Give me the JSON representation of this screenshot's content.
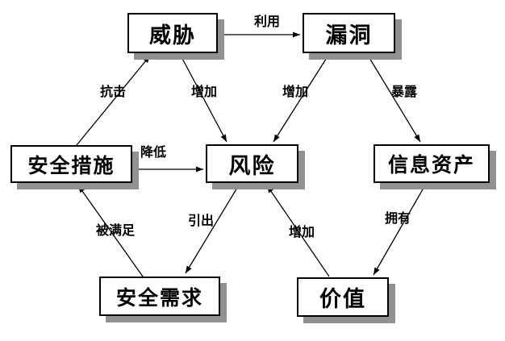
{
  "diagram": {
    "description": "information-security risk relationship diagram",
    "colors": {
      "background": "#ffffff",
      "box_fill": "#ffffff",
      "box_border": "#000000",
      "box_shadow": "#919191",
      "line": "#000000",
      "text": "#000000"
    },
    "nodes": [
      {
        "id": "threat",
        "label": "威胁"
      },
      {
        "id": "vulnerability",
        "label": "漏洞"
      },
      {
        "id": "safeguards",
        "label": "安全措施"
      },
      {
        "id": "risk",
        "label": "风险"
      },
      {
        "id": "info-assets",
        "label": "信息资产"
      },
      {
        "id": "security-requirements",
        "label": "安全需求"
      },
      {
        "id": "value",
        "label": "价值"
      }
    ],
    "edges": [
      {
        "from": "威胁",
        "to": "漏洞",
        "label": "利用"
      },
      {
        "from": "安全措施",
        "to": "威胁",
        "label": "抗击"
      },
      {
        "from": "威胁",
        "to": "风险",
        "label": "增加"
      },
      {
        "from": "漏洞",
        "to": "风险",
        "label": "增加"
      },
      {
        "from": "漏洞",
        "to": "信息资产",
        "label": "暴露"
      },
      {
        "from": "安全措施",
        "to": "风险",
        "label": "降低"
      },
      {
        "from": "安全需求",
        "to": "安全措施",
        "label": "被满足"
      },
      {
        "from": "风险",
        "to": "安全需求",
        "label": "引出"
      },
      {
        "from": "价值",
        "to": "风险",
        "label": "增加"
      },
      {
        "from": "信息资产",
        "to": "价值",
        "label": "拥有"
      }
    ]
  }
}
